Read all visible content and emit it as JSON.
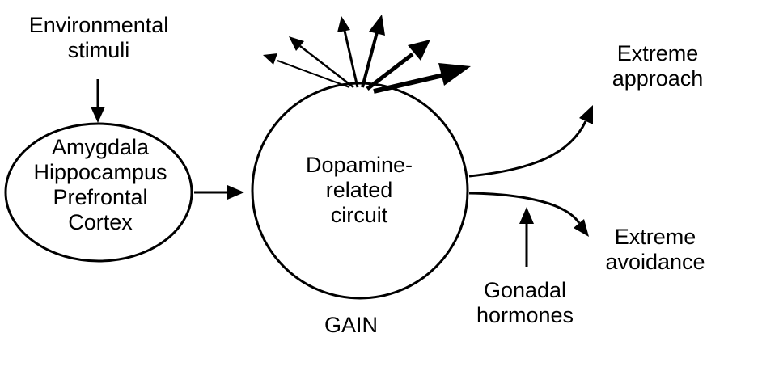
{
  "diagram": {
    "input": {
      "line1": "Environmental",
      "line2": "stimuli"
    },
    "regions": {
      "line1": "Amygdala",
      "line2": "Hippocampus",
      "line3": "Prefrontal",
      "line4": "Cortex"
    },
    "circuit": {
      "line1": "Dopamine-",
      "line2": "related",
      "line3": "circuit"
    },
    "gain_label": "GAIN",
    "hormones": {
      "line1": "Gonadal",
      "line2": "hormones"
    },
    "approach": {
      "line1": "Extreme",
      "line2": "approach"
    },
    "avoidance": {
      "line1": "Extreme",
      "line2": "avoidance"
    }
  }
}
